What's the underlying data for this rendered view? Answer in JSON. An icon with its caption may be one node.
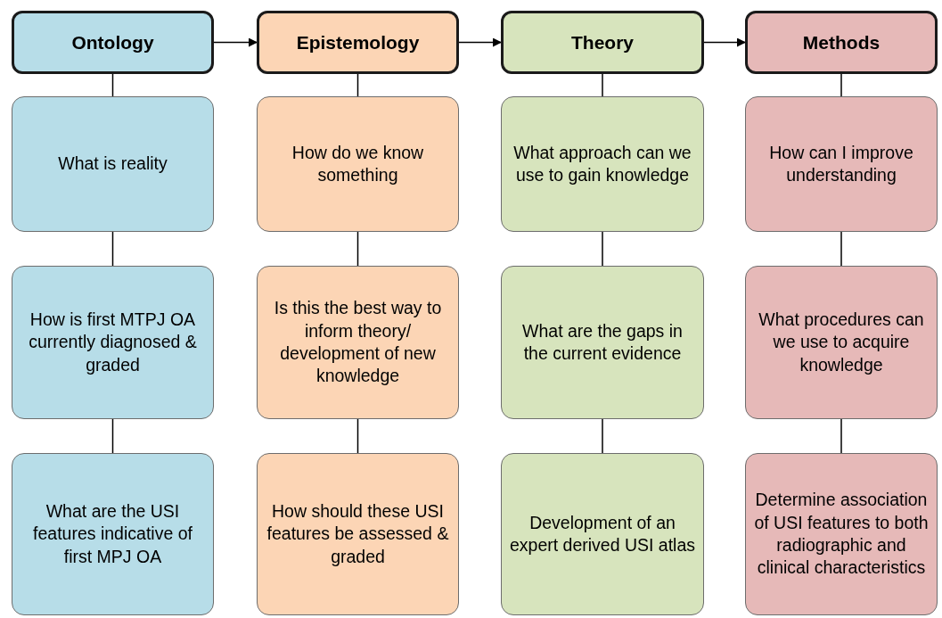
{
  "diagram": {
    "nodes": [
      {
        "text": [
          "Ontology"
        ]
      },
      {
        "text": [
          "Epistemology"
        ]
      },
      {
        "text": [
          "Theory"
        ]
      },
      {
        "text": [
          "Methods"
        ]
      },
      {
        "text": [
          "What is reality"
        ]
      },
      {
        "text": [
          "How do we know something"
        ]
      },
      {
        "text": [
          "What approach can we use to gain knowledge"
        ]
      },
      {
        "text": [
          "How can I improve understanding"
        ]
      },
      {
        "text": [
          "How is first MTPJ OA currently diagnosed & graded"
        ]
      },
      {
        "text": [
          "Is this the best way to inform theory/ development of new knowledge"
        ]
      },
      {
        "text": [
          "What are the gaps in the current evidence"
        ]
      },
      {
        "text": [
          "What procedures can we use to acquire knowledge"
        ]
      },
      {
        "text": [
          "What are the USI features indicative of first MPJ OA"
        ]
      },
      {
        "text": [
          "How should these USI features be assessed & graded"
        ]
      },
      {
        "text": [
          "Development of an expert derived USI atlas"
        ]
      },
      {
        "text": [
          "Determine association of USI features to both radiographic and clinical characteristics"
        ]
      }
    ],
    "edges": [
      {
        "from": 0,
        "to": 1,
        "arrow": "to"
      },
      {
        "from": 1,
        "to": 2,
        "arrow": "to"
      },
      {
        "from": 2,
        "to": 3,
        "arrow": "to"
      },
      {
        "from": 0,
        "to": 4,
        "arrow": "none"
      },
      {
        "from": 4,
        "to": 8,
        "arrow": "none"
      },
      {
        "from": 8,
        "to": 12,
        "arrow": "none"
      },
      {
        "from": 1,
        "to": 5,
        "arrow": "none"
      },
      {
        "from": 5,
        "to": 9,
        "arrow": "none"
      },
      {
        "from": 9,
        "to": 13,
        "arrow": "none"
      },
      {
        "from": 2,
        "to": 6,
        "arrow": "none"
      },
      {
        "from": 6,
        "to": 10,
        "arrow": "none"
      },
      {
        "from": 10,
        "to": 14,
        "arrow": "none"
      },
      {
        "from": 3,
        "to": 7,
        "arrow": "none"
      },
      {
        "from": 7,
        "to": 11,
        "arrow": "none"
      },
      {
        "from": 11,
        "to": 15,
        "arrow": "none"
      }
    ]
  }
}
